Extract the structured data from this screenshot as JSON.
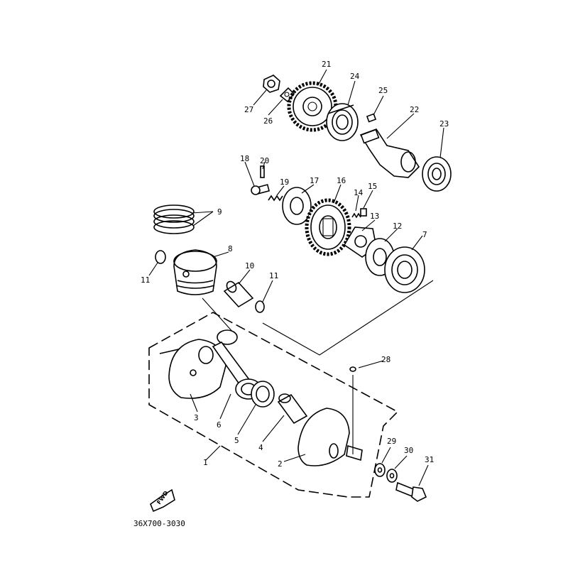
{
  "diagram": {
    "code": "36X700-3030",
    "fwd_label": "FWD",
    "callouts": [
      "1",
      "2",
      "3",
      "4",
      "5",
      "6",
      "7",
      "8",
      "9",
      "10",
      "11",
      "11",
      "12",
      "13",
      "14",
      "15",
      "16",
      "17",
      "18",
      "19",
      "20",
      "21",
      "22",
      "23",
      "24",
      "25",
      "26",
      "27",
      "28",
      "29",
      "30",
      "31"
    ]
  }
}
